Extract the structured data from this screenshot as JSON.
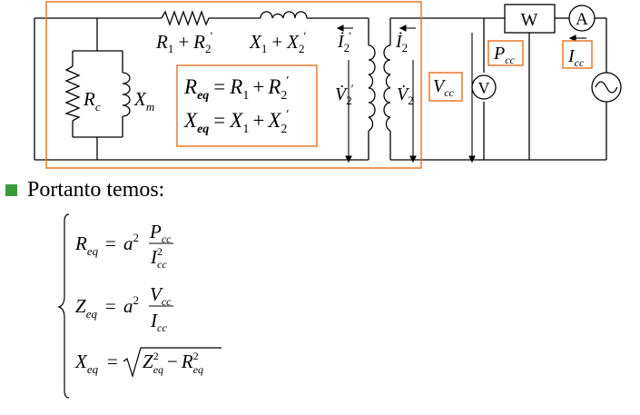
{
  "circuit": {
    "series_r_label": [
      "R",
      "1",
      "+",
      "R",
      "2",
      "′"
    ],
    "series_x_label": [
      "X",
      "1",
      "+",
      "X",
      "2",
      "′"
    ],
    "rc_label": [
      "R",
      "c"
    ],
    "xm_label": [
      "X",
      "m"
    ],
    "box_req": {
      "lhs": "R",
      "lhs_sub": "eq",
      "eq": "=",
      "r1": "R",
      "r1_sub": "1",
      "plus": "+",
      "r2": "R",
      "r2_sub": "2",
      "prime": "′"
    },
    "box_xeq": {
      "lhs": "X",
      "lhs_sub": "eq",
      "eq": "=",
      "x1": "X",
      "x1_sub": "1",
      "plus": "+",
      "x2": "X",
      "x2_sub": "2",
      "prime": "′"
    },
    "i2p_label": [
      "İ",
      "2",
      "′"
    ],
    "i2_label": [
      "İ",
      "2"
    ],
    "v2p_label": [
      "V̇",
      "2",
      "′"
    ],
    "v2_label": [
      "V̇",
      "2"
    ],
    "wattmeter_label": "W",
    "ammeter_label": "A",
    "voltmeter_label": "V",
    "pcc_label": [
      "P",
      "cc"
    ],
    "icc_label": [
      "I",
      "cc"
    ],
    "vcc_label": [
      "V",
      "cc"
    ],
    "accent_orange": "#e8792b"
  },
  "bullet": {
    "text": "Portanto temos:",
    "color": "#3a9a3a"
  },
  "equations": {
    "req": {
      "lhs": "R",
      "lhs_sub": "eq",
      "eq": "=",
      "a": "a",
      "a_sup": "2",
      "num": "P",
      "num_sub": "cc",
      "den": "I",
      "den_sub": "cc",
      "den_sup": "2"
    },
    "zeq": {
      "lhs": "Z",
      "lhs_sub": "eq",
      "eq": "=",
      "a": "a",
      "a_sup": "2",
      "num": "V",
      "num_sub": "cc",
      "den": "I",
      "den_sub": "cc"
    },
    "xeq": {
      "lhs": "X",
      "lhs_sub": "eq",
      "eq": "=",
      "z": "Z",
      "z_sub": "eq",
      "z_sup": "2",
      "minus": "−",
      "r": "R",
      "r_sub": "eq",
      "r_sup": "2"
    }
  }
}
